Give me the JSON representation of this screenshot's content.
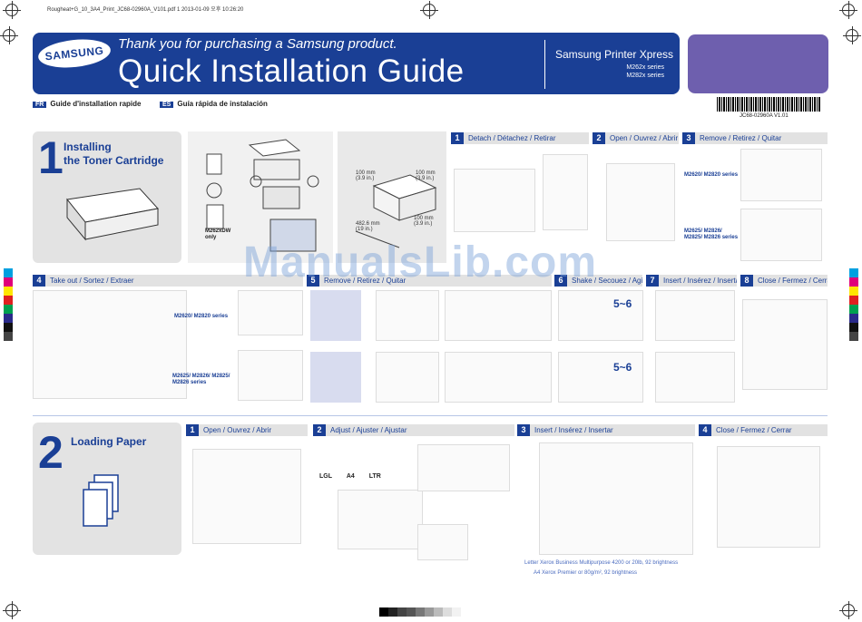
{
  "file_line": "Rougheat+G_10_3A4_Print_JC68-02960A_V101.pdf   1   2013-01-09   오후 10:26:20",
  "header": {
    "brand_logo": "SAMSUNG",
    "thanks": "Thank you for purchasing a Samsung product.",
    "title": "Quick Installation Guide",
    "product": "Samsung Printer Xpress",
    "series": [
      "M262x series",
      "M282x series"
    ]
  },
  "languages": [
    {
      "tag": "FR",
      "label": "Guide d'installation rapide"
    },
    {
      "tag": "ES",
      "label": "Guía rápida de instalación"
    }
  ],
  "part_number": "JC68-02960A V1.01",
  "section1": {
    "number": "1",
    "title": [
      "Installing",
      "the Toner Cartridge"
    ],
    "unpack_note": [
      "M262xDW",
      "only"
    ],
    "dimensions": [
      "100 mm (3.9 in.)",
      "100 mm (3.9 in.)",
      "482.6 mm (19 in.)",
      "100 mm (3.9 in.)"
    ],
    "steps": [
      {
        "n": "1",
        "label": "Detach / Détachez / Retirar"
      },
      {
        "n": "2",
        "label": "Open / Ouvrez / Abrir"
      },
      {
        "n": "3",
        "label": "Remove / Retirez / Quitar"
      },
      {
        "n": "4",
        "label": "Take out / Sortez / Extraer"
      },
      {
        "n": "5",
        "label": "Remove / Retirez / Quitar"
      },
      {
        "n": "6",
        "label": "Shake / Secouez / Agitar"
      },
      {
        "n": "7",
        "label": "Insert / Insérez / Insertar"
      },
      {
        "n": "8",
        "label": "Close / Fermez / Cerrar"
      }
    ],
    "model_labels": {
      "a": "M2620/ M2820 series",
      "b": "M2625/ M2826/ M2825/ M2826 series"
    },
    "shake_count": "5~6"
  },
  "section2": {
    "number": "2",
    "title": "Loading Paper",
    "steps": [
      {
        "n": "1",
        "label": "Open / Ouvrez / Abrir"
      },
      {
        "n": "2",
        "label": "Adjust / Ajuster / Ajustar"
      },
      {
        "n": "3",
        "label": "Insert / Insérez / Insertar"
      },
      {
        "n": "4",
        "label": "Close / Fermez / Cerrar"
      }
    ],
    "paper_sizes": [
      "LGL",
      "A4",
      "LTR"
    ],
    "notes": [
      "Letter  Xerox Business Multipurpose 4200 or 20lb, 92 brightness",
      "A4  Xerox Premier or 80g/m², 92 brightness"
    ]
  },
  "watermark": "ManualsLib.com",
  "colors": {
    "brand_blue": "#1a3f95",
    "purple": "#6e5fae",
    "card_gray": "#e3e3e3"
  }
}
